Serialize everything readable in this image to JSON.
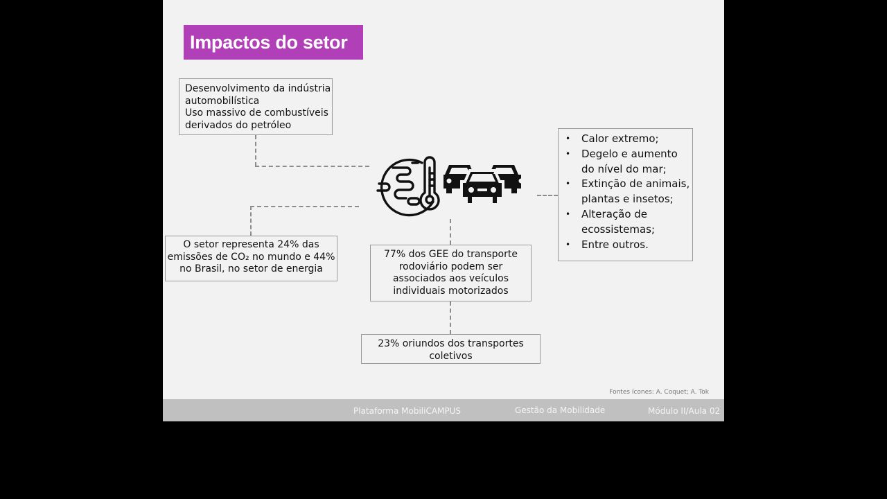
{
  "slide": {
    "title": "Impactos do setor",
    "box_industry": {
      "lines": [
        "Desenvolvimento da indústria",
        "automobilística",
        "Uso massivo de combustíveis",
        "derivados do petróleo"
      ]
    },
    "box_emissions": {
      "lines": [
        "O setor representa 24% das",
        "emissões de CO",
        "₂",
        " no mundo e 44%",
        "no Brasil, no setor de energia"
      ]
    },
    "box_gee": {
      "lines": [
        "77% dos GEE do transporte",
        "rodoviário podem ser",
        "associados aos veículos",
        "individuais motorizados"
      ]
    },
    "box_collective": {
      "lines": [
        "23% oriundos dos transportes",
        "coletivos"
      ]
    },
    "box_impacts": {
      "bullets": [
        [
          "Calor extremo;"
        ],
        [
          "Degelo e aumento",
          "do nível do mar;"
        ],
        [
          "Extinção de animais,",
          "plantas e insetos;"
        ],
        [
          "Alteração de",
          "ecossistemas;"
        ],
        [
          "Entre outros."
        ]
      ],
      "bullet_char": "•"
    },
    "sources": "Fontes ícones: A. Coquet; A. Tok",
    "icons": [
      "globe-thermometer-icon",
      "cars-traffic-icon"
    ]
  },
  "footer": {
    "platform": "Plataforma MobiliCAMPUS",
    "course": "Gestão da Mobilidade",
    "module": "Módulo II/Aula 02"
  },
  "colors": {
    "title_bg": "#b13fb8",
    "slide_bg": "#f2f2f2",
    "footer_bg": "#c0c0c0",
    "border": "#9a9a9a"
  }
}
